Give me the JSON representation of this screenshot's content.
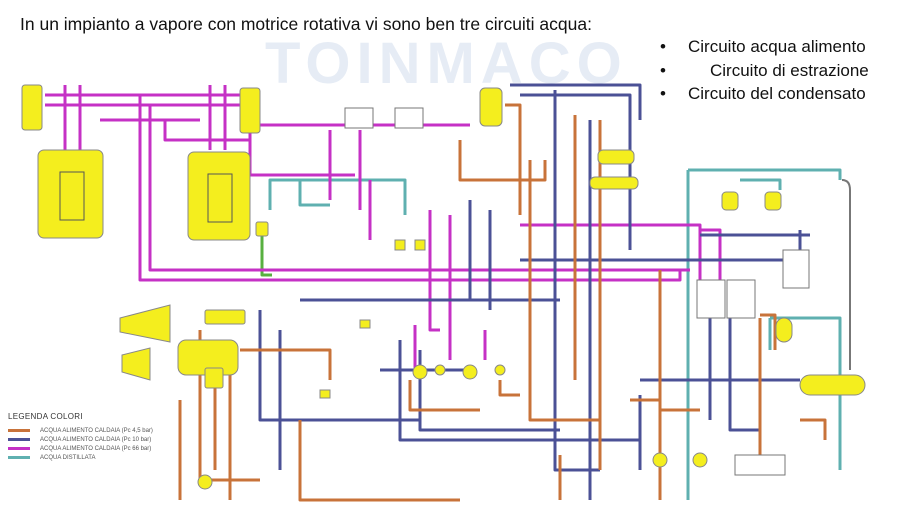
{
  "slide": {
    "title": "In un impianto a vapore con motrice rotativa vi sono ben tre circuiti acqua:",
    "bullets": [
      "Circuito acqua alimento",
      "Circuito di estrazione",
      "Circuito del condensato"
    ]
  },
  "legend": {
    "title": "LEGENDA COLORI",
    "items": [
      {
        "label": "ACQUA ALIMENTO CALDAIA (Pc 4,5 bar)",
        "color": "#c8733a"
      },
      {
        "label": "ACQUA ALIMENTO CALDAIA (Pc 10 bar)",
        "color": "#4b5196"
      },
      {
        "label": "ACQUA ALIMENTO CALDAIA (Pc 66 bar)",
        "color": "#c531c5"
      },
      {
        "label": "ACQUA DISTILLATA",
        "color": "#5fb0b0"
      }
    ]
  },
  "colors": {
    "component": "#f4ee1e",
    "orange": "#c8733a",
    "blue": "#4b5196",
    "magenta": "#c531c5",
    "teal": "#5fb0b0",
    "green": "#58b040"
  }
}
